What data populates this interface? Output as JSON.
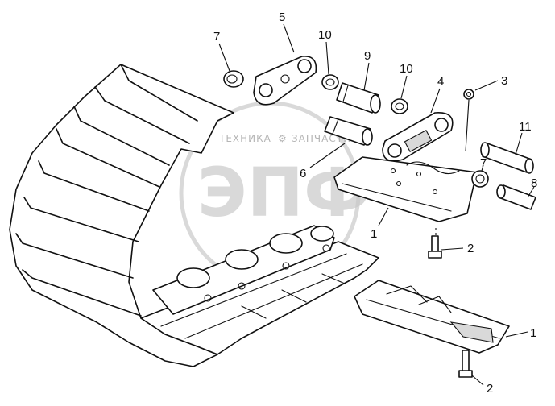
{
  "watermark": {
    "line_left": "ТЕХНИКА",
    "line_right": "ЗАПЧАСТИ",
    "logo_text": "ЭПФ"
  },
  "callouts": [
    {
      "id": "c1a",
      "label": "1"
    },
    {
      "id": "c1b",
      "label": "1"
    },
    {
      "id": "c2a",
      "label": "2"
    },
    {
      "id": "c2b",
      "label": "2"
    },
    {
      "id": "c3",
      "label": "3"
    },
    {
      "id": "c4",
      "label": "4"
    },
    {
      "id": "c5",
      "label": "5"
    },
    {
      "id": "c6",
      "label": "6"
    },
    {
      "id": "c7a",
      "label": "7"
    },
    {
      "id": "c7b",
      "label": "7"
    },
    {
      "id": "c8",
      "label": "8"
    },
    {
      "id": "c9",
      "label": "9"
    },
    {
      "id": "c10a",
      "label": "10"
    },
    {
      "id": "c10b",
      "label": "10"
    },
    {
      "id": "c11",
      "label": "11"
    }
  ]
}
